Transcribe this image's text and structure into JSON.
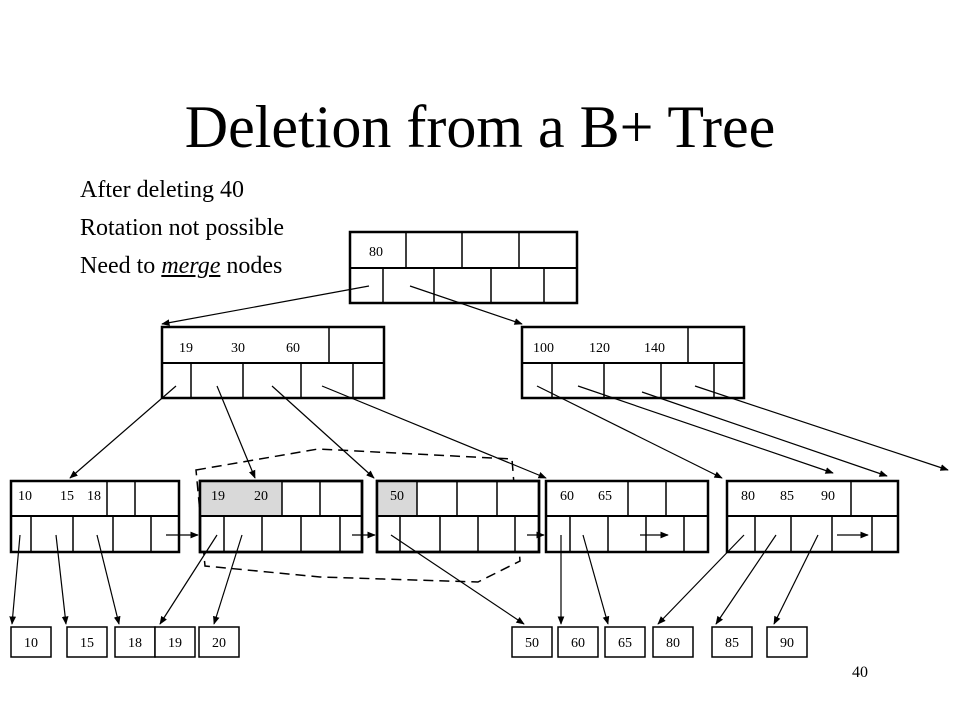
{
  "slide": {
    "title": "Deletion from a B+ Tree",
    "notes": {
      "line1": "After deleting 40",
      "line2": "Rotation not possible",
      "line3_prefix": "Need to ",
      "line3_emphasis": "merge",
      "line3_suffix": " nodes"
    },
    "page_number": "40"
  },
  "tree": {
    "root": {
      "keys": [
        "80"
      ]
    },
    "internal_left": {
      "keys": [
        "19",
        "30",
        "60"
      ]
    },
    "internal_right": {
      "keys": [
        "100",
        "120",
        "140"
      ]
    },
    "leaves": [
      {
        "keys": [
          "10",
          "15",
          "18"
        ],
        "highlighted": false
      },
      {
        "keys": [
          "19",
          "20"
        ],
        "highlighted": true
      },
      {
        "keys": [
          "50"
        ],
        "highlighted": true
      },
      {
        "keys": [
          "60",
          "65"
        ],
        "highlighted": false
      },
      {
        "keys": [
          "80",
          "85",
          "90"
        ],
        "highlighted": false
      }
    ],
    "records": [
      "10",
      "15",
      "18",
      "19",
      "20",
      "50",
      "60",
      "65",
      "80",
      "85",
      "90"
    ],
    "colors": {
      "highlight_fill": "#d9d9d9",
      "line": "#000000",
      "background": "#ffffff"
    }
  }
}
